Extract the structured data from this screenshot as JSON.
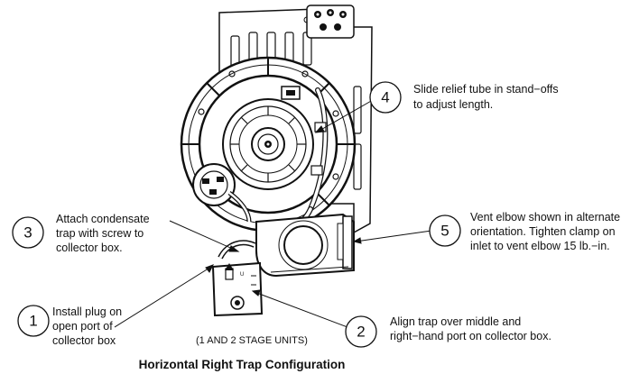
{
  "title": "Horizontal Right Trap Configuration",
  "subtitle": "(1 AND 2 STAGE UNITS)",
  "callouts": [
    {
      "number": "1",
      "lines": [
        "Install plug on",
        "open port of",
        "collector box"
      ]
    },
    {
      "number": "2",
      "lines": [
        "Align trap over middle and",
        "right−hand port on collector box."
      ]
    },
    {
      "number": "3",
      "lines": [
        "Attach condensate",
        "trap with screw to",
        "collector box."
      ]
    },
    {
      "number": "4",
      "lines": [
        "Slide relief tube in stand−offs",
        "to adjust length."
      ]
    },
    {
      "number": "5",
      "lines": [
        "Vent elbow shown in alternate",
        "orientation.  Tighten clamp on",
        "inlet to vent elbow 15 lb.−in."
      ]
    }
  ]
}
